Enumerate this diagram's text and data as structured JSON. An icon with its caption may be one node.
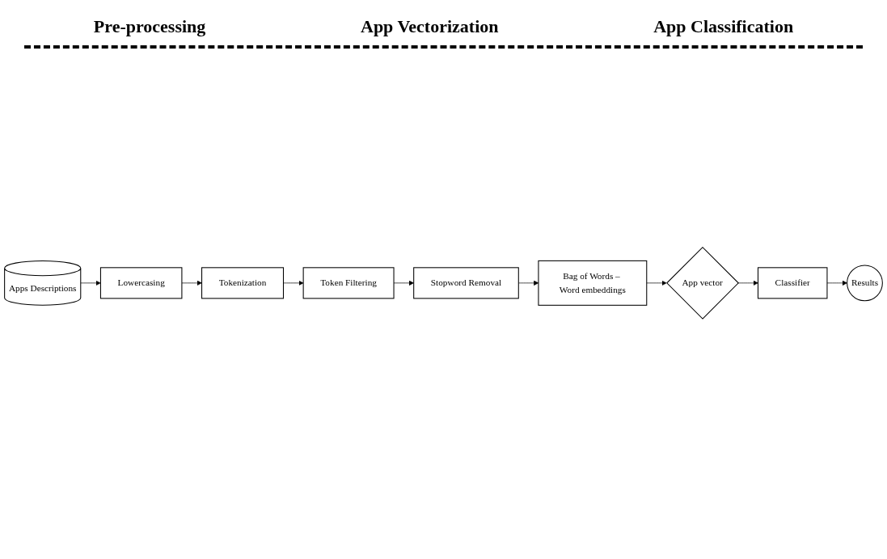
{
  "diagram": {
    "nodes": [
      {
        "text": [
          "Apps Descriptions"
        ]
      },
      {
        "text": [
          "Lowercasing"
        ]
      },
      {
        "text": [
          "Tokenization"
        ]
      },
      {
        "text": [
          "Token Filtering"
        ]
      },
      {
        "text": [
          "Stopword Removal"
        ]
      },
      {
        "text": [
          "Bag of Words – Word embeddings"
        ]
      },
      {
        "text": [
          "App vector"
        ]
      },
      {
        "text": [
          "Classifier"
        ]
      },
      {
        "text": [
          "Results"
        ]
      }
    ],
    "edges": [
      {
        "from": 0,
        "to": 1,
        "arrow": "to"
      },
      {
        "from": 1,
        "to": 2,
        "arrow": "to"
      },
      {
        "from": 2,
        "to": 3,
        "arrow": "to"
      },
      {
        "from": 3,
        "to": 4,
        "arrow": "to"
      },
      {
        "from": 4,
        "to": 5,
        "arrow": "to"
      },
      {
        "from": 5,
        "to": 6,
        "arrow": "to"
      },
      {
        "from": 6,
        "to": 7,
        "arrow": "to"
      },
      {
        "from": 7,
        "to": 8,
        "arrow": "to"
      }
    ],
    "labels": [
      "Pre-processing",
      "App Vectorization",
      "App Classification"
    ]
  }
}
